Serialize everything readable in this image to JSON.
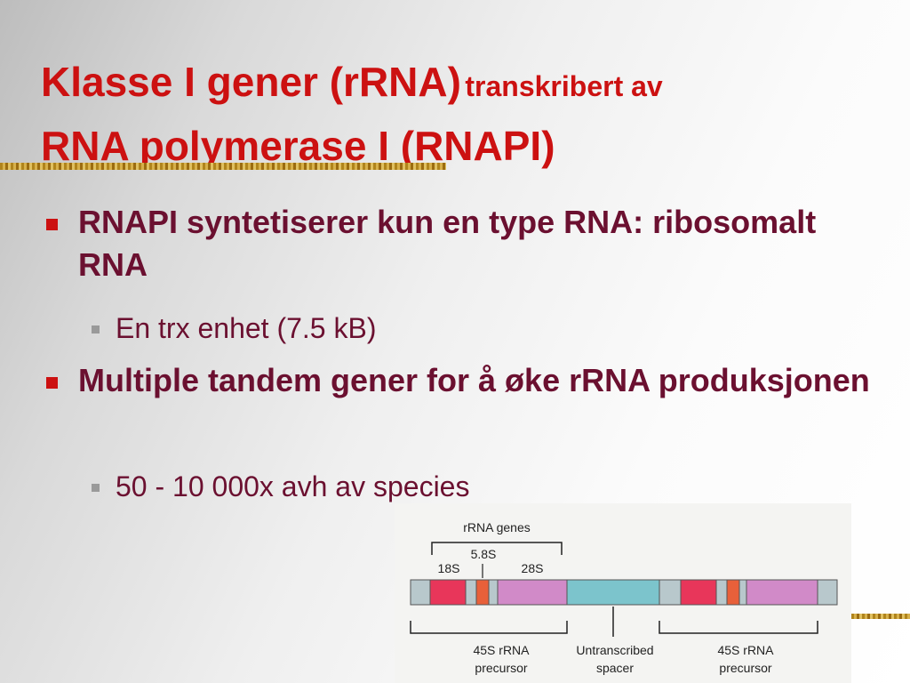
{
  "title": {
    "part1": "Klasse I gener (rRNA)",
    "part2": "transkribert av",
    "part3": "RNA polymerase I (RNAPI)"
  },
  "bullets": [
    {
      "text": "RNAPI syntetiserer kun en type RNA: ribosomalt RNA",
      "sub": "En trx enhet (7.5 kB)"
    },
    {
      "text": "Multiple tandem gener for å øke rRNA produksjonen",
      "sub": "50 - 10 000x avh av species"
    }
  ],
  "figure": {
    "genes_label": "rRNA genes",
    "label_18s": "18S",
    "label_58s": "5.8S",
    "label_28s": "28S",
    "precursor_left_1": "45S rRNA",
    "precursor_left_2": "precursor",
    "spacer_1": "Untranscribed",
    "spacer_2": "spacer",
    "precursor_right_1": "45S rRNA",
    "precursor_right_2": "precursor",
    "colors": {
      "spacer": "#7cc4cc",
      "gene_18s": "#e8365a",
      "gene_58s": "#e8603a",
      "gene_28s": "#d18ac8",
      "ets": "#b8c8cc"
    }
  }
}
